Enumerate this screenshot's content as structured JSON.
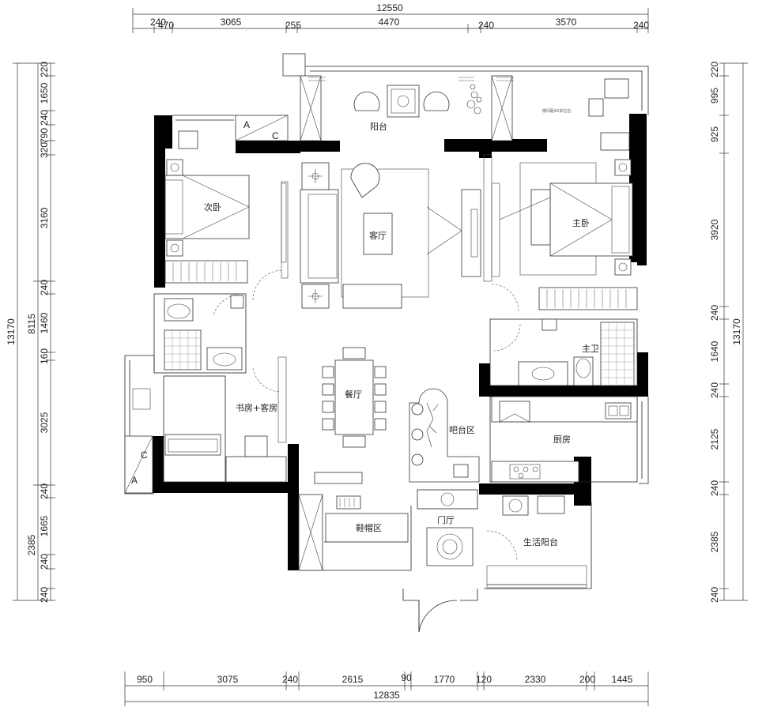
{
  "dimensions": {
    "top_total": "12550",
    "top_segments": [
      "240",
      "470",
      "3065",
      "255",
      "4470",
      "240",
      "3570",
      "240"
    ],
    "bottom_total": "12835",
    "bottom_segments": [
      "950",
      "3075",
      "240",
      "2615",
      "90",
      "1770",
      "120",
      "2330",
      "200",
      "1445"
    ],
    "left_total": "13170",
    "left_mid": [
      "8115",
      "2385"
    ],
    "left_segments": [
      "220",
      "1650",
      "240",
      "790",
      "320",
      "3160",
      "240",
      "1460",
      "160",
      "3025",
      "240",
      "1665",
      "240",
      "240"
    ],
    "right_total": "13170",
    "right_segments": [
      "220",
      "995",
      "925",
      "3920",
      "240",
      "1640",
      "240",
      "2125",
      "240",
      "2385",
      "240"
    ]
  },
  "rooms": {
    "balcony": "阳台",
    "living_room": "客厅",
    "second_bedroom": "次卧",
    "master_bedroom": "主卧",
    "master_bath": "主卫",
    "dining": "餐厅",
    "study_guest": "书房+客房",
    "bar": "吧台区",
    "kitchen": "厨房",
    "shoe_area": "鞋帽区",
    "foyer": "门厅",
    "utility_balcony": "生活阳台"
  },
  "markers": {
    "a_top": "A",
    "c_top": "C",
    "a_left": "A",
    "c_left": "C"
  },
  "note": "楼间距62米左右"
}
